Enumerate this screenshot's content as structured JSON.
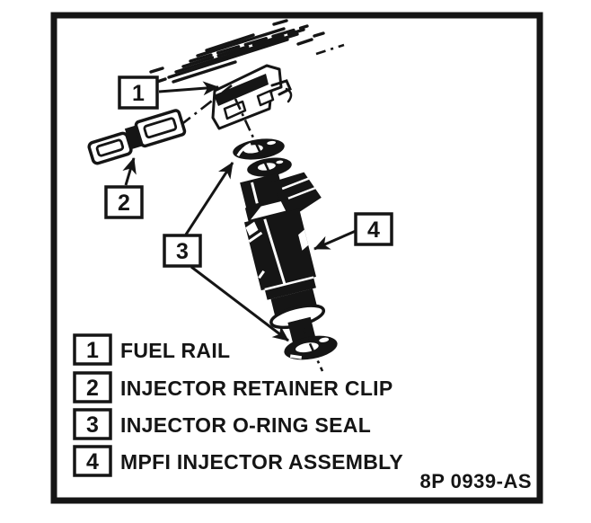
{
  "page": {
    "colors": {
      "ink": "#151515",
      "paper": "#ffffff"
    }
  },
  "figure": {
    "reference_code": "8P 0939-AS",
    "callouts": [
      {
        "number": "1",
        "label": "FUEL RAIL"
      },
      {
        "number": "2",
        "label": "INJECTOR RETAINER CLIP"
      },
      {
        "number": "3",
        "label": "INJECTOR O-RING SEAL"
      },
      {
        "number": "4",
        "label": "MPFI INJECTOR ASSEMBLY"
      }
    ]
  }
}
